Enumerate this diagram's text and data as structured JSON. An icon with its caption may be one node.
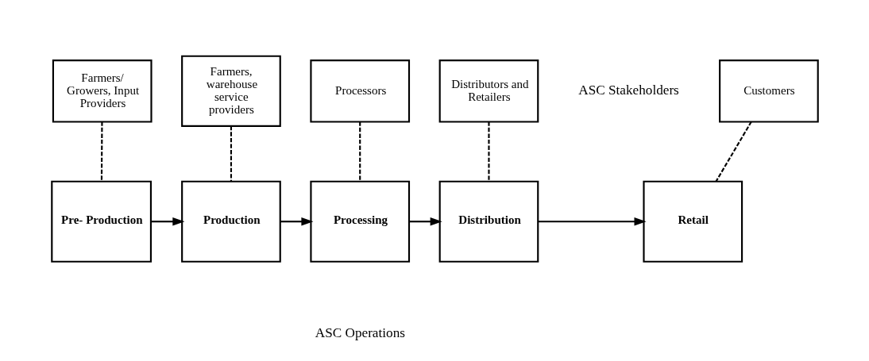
{
  "diagram": {
    "nodes": [
      {
        "text": [
          "Farmers/ Growers, Input Providers"
        ]
      },
      {
        "text": [
          "Farmers, warehouse service providers"
        ]
      },
      {
        "text": [
          "Processors"
        ]
      },
      {
        "text": [
          "Distributors and Retailers"
        ]
      },
      {
        "text": [
          "Customers"
        ]
      },
      {
        "text": [
          "Pre- Production"
        ]
      },
      {
        "text": [
          "Production"
        ]
      },
      {
        "text": [
          "Processing"
        ]
      },
      {
        "text": [
          "Distribution"
        ]
      },
      {
        "text": [
          "Retail"
        ]
      }
    ],
    "edges": [
      {
        "from": 0,
        "to": 5,
        "arrow": "none",
        "style": "dashed"
      },
      {
        "from": 1,
        "to": 6,
        "arrow": "none",
        "style": "dashed"
      },
      {
        "from": 2,
        "to": 7,
        "arrow": "none",
        "style": "dashed"
      },
      {
        "from": 3,
        "to": 8,
        "arrow": "none",
        "style": "dashed"
      },
      {
        "from": 4,
        "to": 9,
        "arrow": "none",
        "style": "dashed"
      },
      {
        "from": 5,
        "to": 6,
        "arrow": "to"
      },
      {
        "from": 6,
        "to": 7,
        "arrow": "to"
      },
      {
        "from": 7,
        "to": 8,
        "arrow": "to"
      },
      {
        "from": 8,
        "to": 9,
        "arrow": "to"
      }
    ],
    "labels": [
      "ASC Stakeholders",
      "ASC Operations"
    ]
  }
}
